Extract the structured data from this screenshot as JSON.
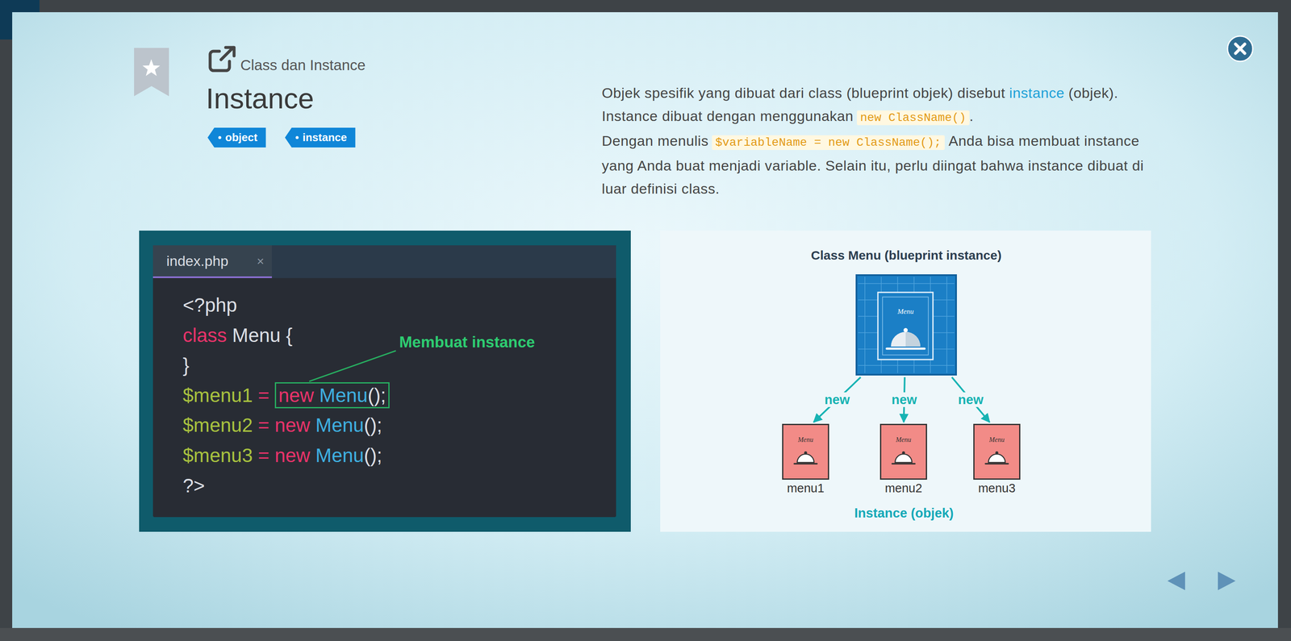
{
  "diagram": {
    "title": "Instance",
    "nodes": [
      {
        "text": [
          "object"
        ]
      },
      {
        "text": [
          "instance"
        ]
      },
      {
        "text": [
          "Class Menu (blueprint instance)",
          "Menu"
        ]
      },
      {
        "text": [
          "Menu",
          "menu1"
        ]
      },
      {
        "text": [
          "Menu",
          "menu2"
        ]
      },
      {
        "text": [
          "Menu",
          "menu3"
        ]
      }
    ],
    "edges": [
      {
        "from": 2,
        "to": 3,
        "label": "new",
        "arrow": "to"
      },
      {
        "from": 2,
        "to": 4,
        "label": "new",
        "arrow": "to"
      },
      {
        "from": 2,
        "to": 5,
        "label": "new",
        "arrow": "to"
      }
    ],
    "labels": [
      "Class dan Instance",
      "Objek spesifik yang dibuat dari class (blueprint objek) disebut",
      "instance",
      "(objek). Instance dibuat dengan menggunakan",
      "new ClassName()",
      ".",
      "Dengan menulis",
      "$variableName = new ClassName();",
      "Anda bisa membuat instance yang Anda buat menjadi variable. Selain itu, perlu diingat bahwa instance dibuat di luar definisi class.",
      "index.php",
      "×",
      "<?php",
      "class Menu {",
      "}",
      "$menu1 = new Menu();",
      "$menu2 = new Menu();",
      "$menu3 = new Menu();",
      "?>",
      "Membuat instance",
      "Instance (objek)"
    ]
  }
}
